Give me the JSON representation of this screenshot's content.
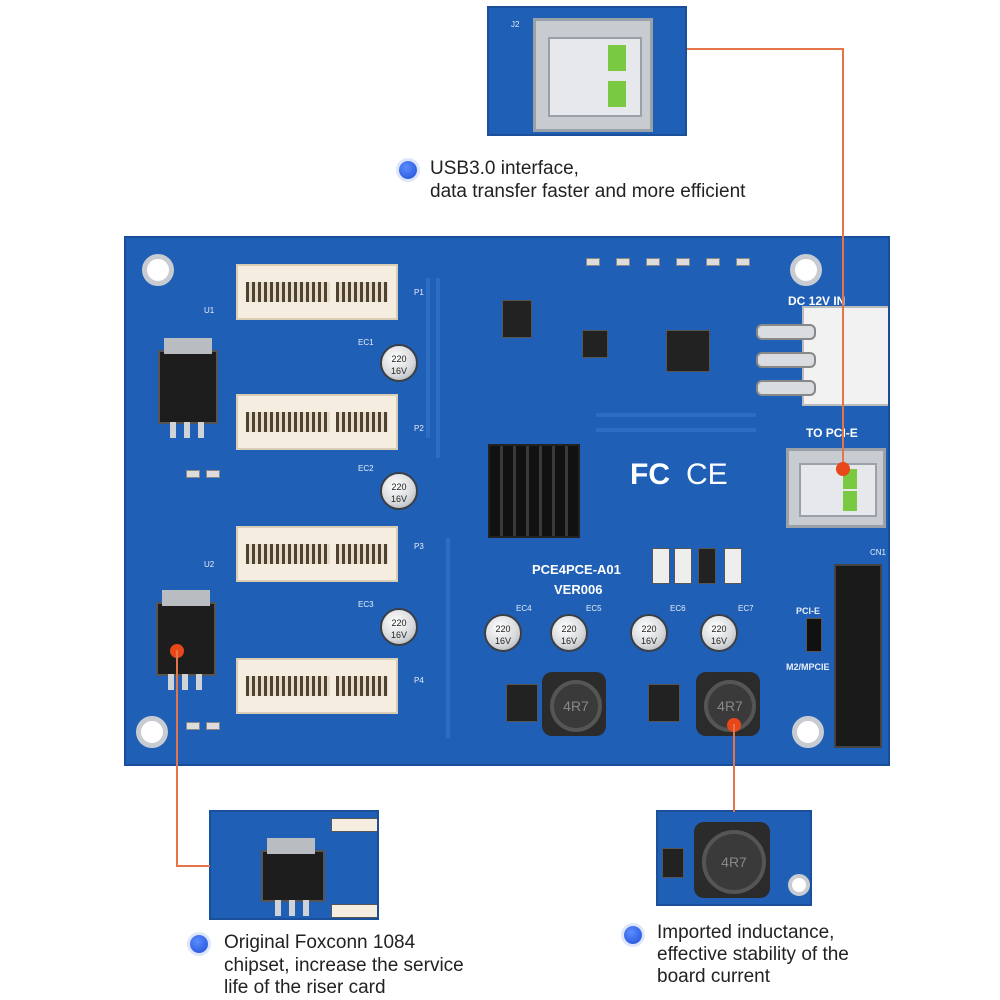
{
  "captions": {
    "usb": [
      "USB3.0 interface,",
      "data transfer faster and more efficient"
    ],
    "chipset": [
      "Original Foxconn 1084",
      "chipset, increase the service",
      "life of the riser card"
    ],
    "inductance": [
      "Imported inductance,",
      "effective stability of the",
      "board current"
    ]
  },
  "board": {
    "model": "PCE4PCE-A01",
    "version": "VER006",
    "power_label": "DC 12V IN",
    "pcie_label": "TO PCI-E",
    "fcc": "FC",
    "ce": "CE",
    "slots": [
      "P1",
      "P2",
      "P3",
      "P4"
    ],
    "regulators": [
      "U1",
      "U2"
    ],
    "caps": [
      {
        "name": "EC1",
        "text": "220\n16V"
      },
      {
        "name": "EC2",
        "text": "220\n16V"
      },
      {
        "name": "EC3",
        "text": "220\n16V"
      },
      {
        "name": "EC4",
        "text": "220\n16V"
      },
      {
        "name": "EC5",
        "text": "220\n16V"
      },
      {
        "name": "EC6",
        "text": "220\n16V"
      },
      {
        "name": "EC7",
        "text": "220\n16V"
      }
    ],
    "inductor_marking": "4R7",
    "usb_label": "J2",
    "sata_label": "CN1",
    "switch_labels": [
      "PCI-E",
      "M2/MPCIE"
    ]
  },
  "colors": {
    "pcb": "#1f5fb5",
    "callout_line": "#e37548",
    "callout_dot": "#e8471a",
    "bullet": "#1f4fd6"
  }
}
